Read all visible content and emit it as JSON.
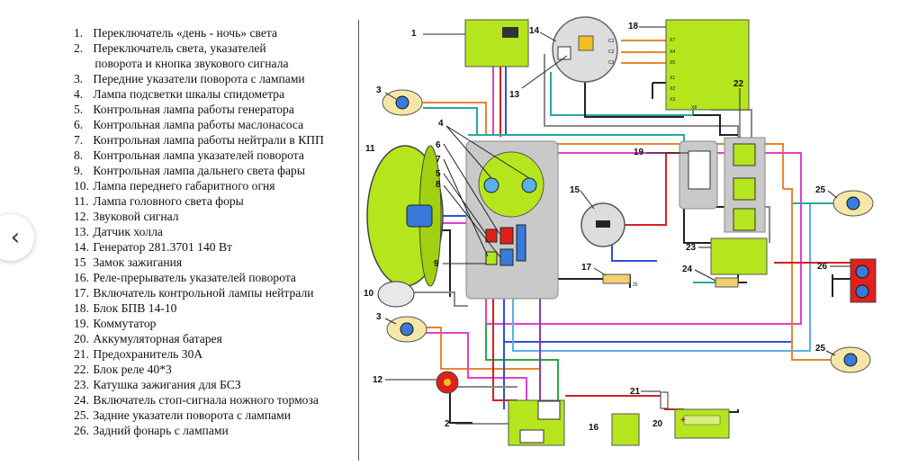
{
  "legend": {
    "items": [
      {
        "num": "1.",
        "text": "Переключатель «день - ночь» света"
      },
      {
        "num": "2.",
        "text": "Переключатель света, указателей"
      },
      {
        "num": "",
        "text": "поворота и кнопка звукового сигнала"
      },
      {
        "num": "3.",
        "text": "Передние указатели поворота с лампами"
      },
      {
        "num": "4.",
        "text": "Лампа подсветки шкалы спидометра"
      },
      {
        "num": "5.",
        "text": "Контрольная лампа работы генератора"
      },
      {
        "num": "6.",
        "text": "Контрольная лампа работы маслонасоса"
      },
      {
        "num": "7.",
        "text": "Контрольная лампа работы нейтрали в КПП"
      },
      {
        "num": "8.",
        "text": "Контрольная лампа указателей поворота"
      },
      {
        "num": "9.",
        "text": "Контрольная лампа дальнего света фары"
      },
      {
        "num": "10.",
        "text": "Лампа переднего габаритного огня"
      },
      {
        "num": "11.",
        "text": "Лампа головного света форы"
      },
      {
        "num": "12.",
        "text": "Звуковой сигнал"
      },
      {
        "num": "13.",
        "text": "Датчик холла"
      },
      {
        "num": "14.",
        "text": "Генератор 281.3701 140 Вт"
      },
      {
        "num": "15",
        "text": "Замок зажигания"
      },
      {
        "num": "16.",
        "text": "Реле-прерыватель указателей поворота"
      },
      {
        "num": "17.",
        "text": "Включатель контрольной лампы нейтрали"
      },
      {
        "num": "18.",
        "text": "Блок БПВ 14-10"
      },
      {
        "num": "19.",
        "text": "Коммутатор"
      },
      {
        "num": "20.",
        "text": "Аккумуляторная батарея"
      },
      {
        "num": "21.",
        "text": "Предохранитель 30А"
      },
      {
        "num": "22.",
        "text": "Блок реле 40*3"
      },
      {
        "num": "23.",
        "text": "Катушка зажигания для БСЗ"
      },
      {
        "num": "24.",
        "text": "Включатель стоп-сигнала ножного тормоза"
      },
      {
        "num": "25.",
        "text": "Задние указатели поворота с лампами"
      },
      {
        "num": "26.",
        "text": "Задний фонарь с лампами"
      }
    ]
  },
  "diagram": {
    "labels": {
      "l1": "1",
      "l2": "2",
      "l3a": "3",
      "l3b": "3",
      "l4": "4",
      "l5": "5",
      "l6": "6",
      "l7": "7",
      "l8": "8",
      "l9": "9",
      "l10": "10",
      "l11": "11",
      "l12": "12",
      "l13": "13",
      "l14": "14",
      "l15": "15",
      "l16": "16",
      "l17": "17",
      "l18": "18",
      "l19": "19",
      "l20": "20",
      "l21": "21",
      "l22": "22",
      "l23": "23",
      "l24": "24",
      "l25a": "25",
      "l25b": "25",
      "l26": "26"
    },
    "block18_pins": [
      "X7",
      "X4",
      "X5",
      "X1",
      "X2",
      "X3",
      "X8"
    ],
    "gen_pins": [
      "C1",
      "C2",
      "C3"
    ],
    "switch17_pin": "25",
    "battery_mark": "+"
  },
  "colors": {
    "green_block": "#b5e61d",
    "grey_panel": "#c9c9c9",
    "lamp": "#8ecae6",
    "red": "#e0201b",
    "wire_blue": "#2f4fd8",
    "wire_pink": "#e040c8",
    "wire_red": "#d42020",
    "wire_teal": "#2aa8a0",
    "wire_orange": "#e8862a",
    "wire_green": "#2aa84a",
    "wire_grey": "#8a8a8a",
    "wire_black": "#222222",
    "wire_lightblue": "#5ab0e8",
    "wire_purple": "#8a3ab8"
  },
  "nav": {
    "prev_icon": "chevron-left-icon"
  }
}
